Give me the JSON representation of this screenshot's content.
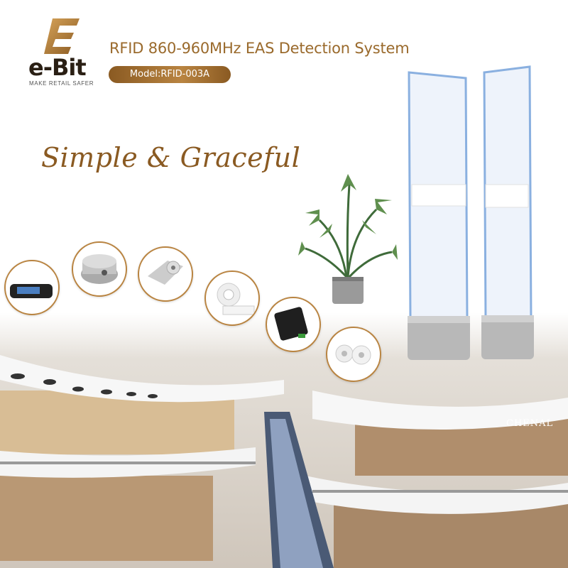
{
  "brand": {
    "name": "e-Bit",
    "tagline": "MAKE RETAIL SAFER",
    "logo_letter": "E",
    "colors": {
      "gold": "#b98441",
      "dark_gold": "#8a5a22",
      "title_gold": "#9a6a2c"
    }
  },
  "header": {
    "title": "RFID 860-960MHz EAS Detection System",
    "model_label": "Model:RFID-003A"
  },
  "slogan": "Simple & Graceful",
  "products": [
    {
      "name": "handheld-reader-icon"
    },
    {
      "name": "hard-tag-round-icon"
    },
    {
      "name": "hard-tag-pencil-icon"
    },
    {
      "name": "label-roll-icon"
    },
    {
      "name": "rfid-reader-box-icon"
    },
    {
      "name": "label-rolls-icon"
    }
  ],
  "scene": {
    "store_sign": "CHENAL"
  }
}
